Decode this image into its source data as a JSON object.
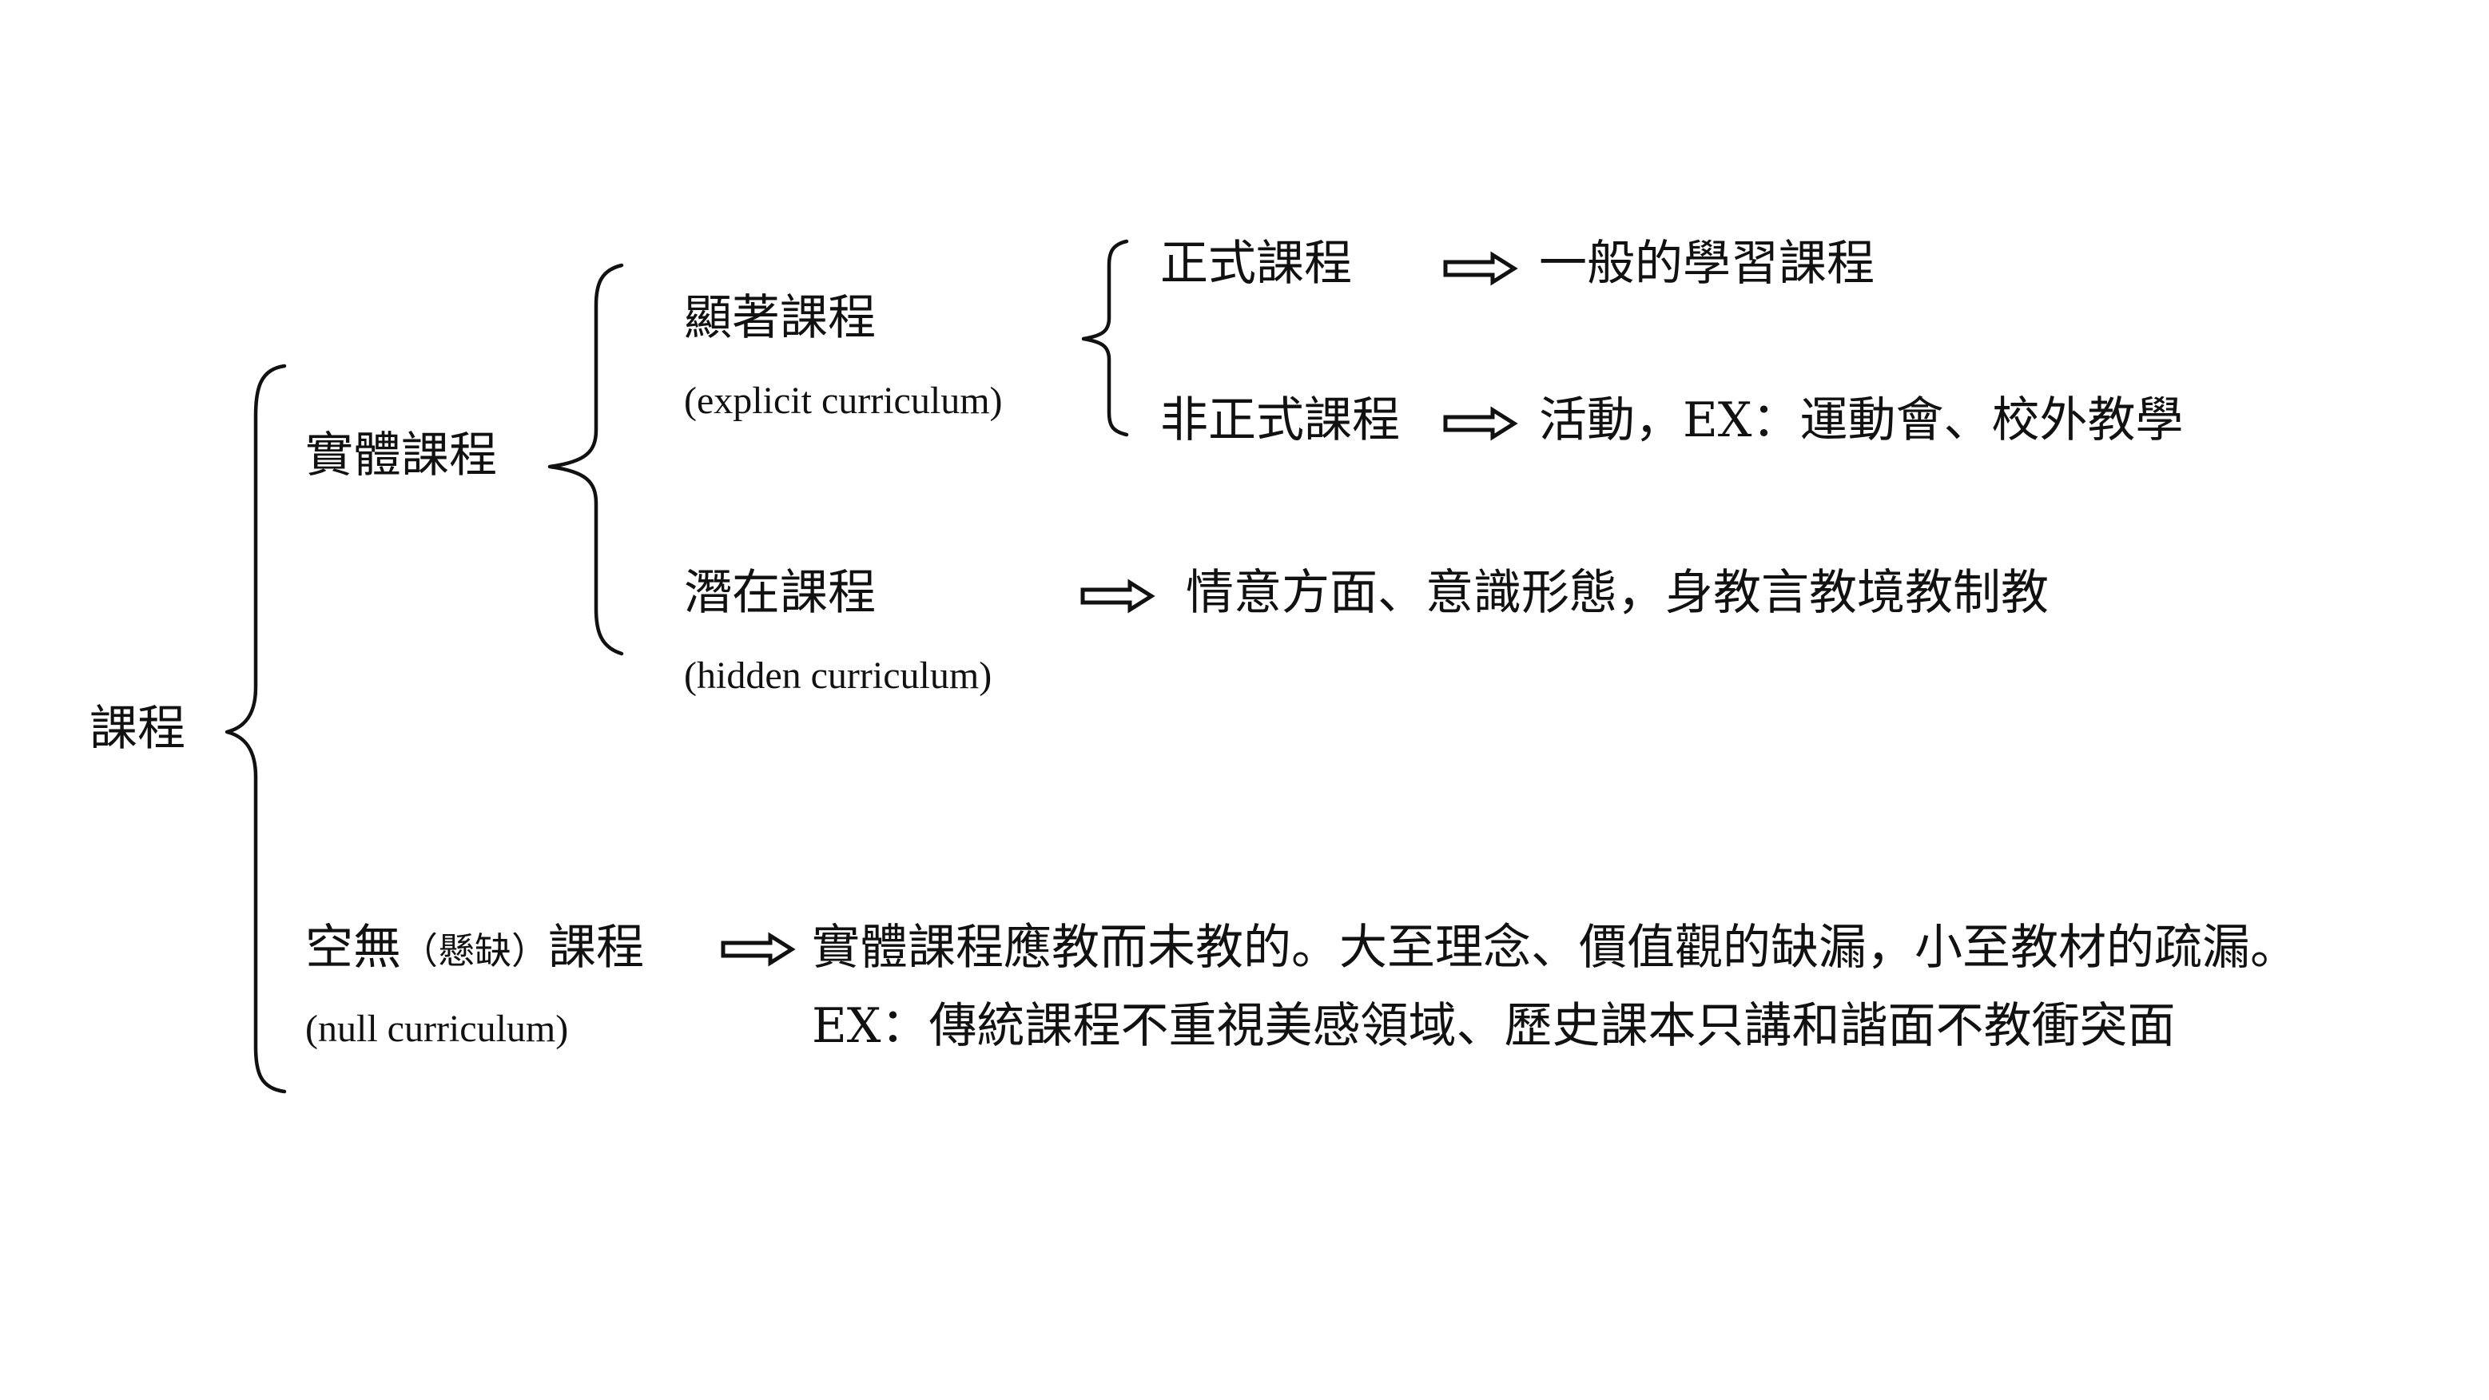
{
  "root": {
    "label": "課程"
  },
  "physical": {
    "label": "實體課程"
  },
  "explicit": {
    "label": "顯著課程",
    "english": "(explicit curriculum)"
  },
  "formal": {
    "label": "正式課程",
    "description": "一般的學習課程"
  },
  "informal": {
    "label": "非正式課程",
    "description": "活動，EX：運動會、校外教學"
  },
  "hidden": {
    "label": "潛在課程",
    "english": "(hidden curriculum)",
    "description": "情意方面、意識形態，身教言教境教制教"
  },
  "null": {
    "label_main": "空無",
    "label_paren": "（懸缺）",
    "label_end": "課程",
    "english": "(null curriculum)",
    "description_line1": "實體課程應教而未教的。大至理念、價值觀的缺漏，小至教材的疏漏。",
    "description_line2": "EX：傳統課程不重視美感領域、歷史課本只講和諧面不教衝突面"
  },
  "colors": {
    "ink": "#111111",
    "background": "#ffffff"
  },
  "icons": {
    "arrow": "double-right-arrow-icon",
    "brace": "left-curly-brace"
  }
}
